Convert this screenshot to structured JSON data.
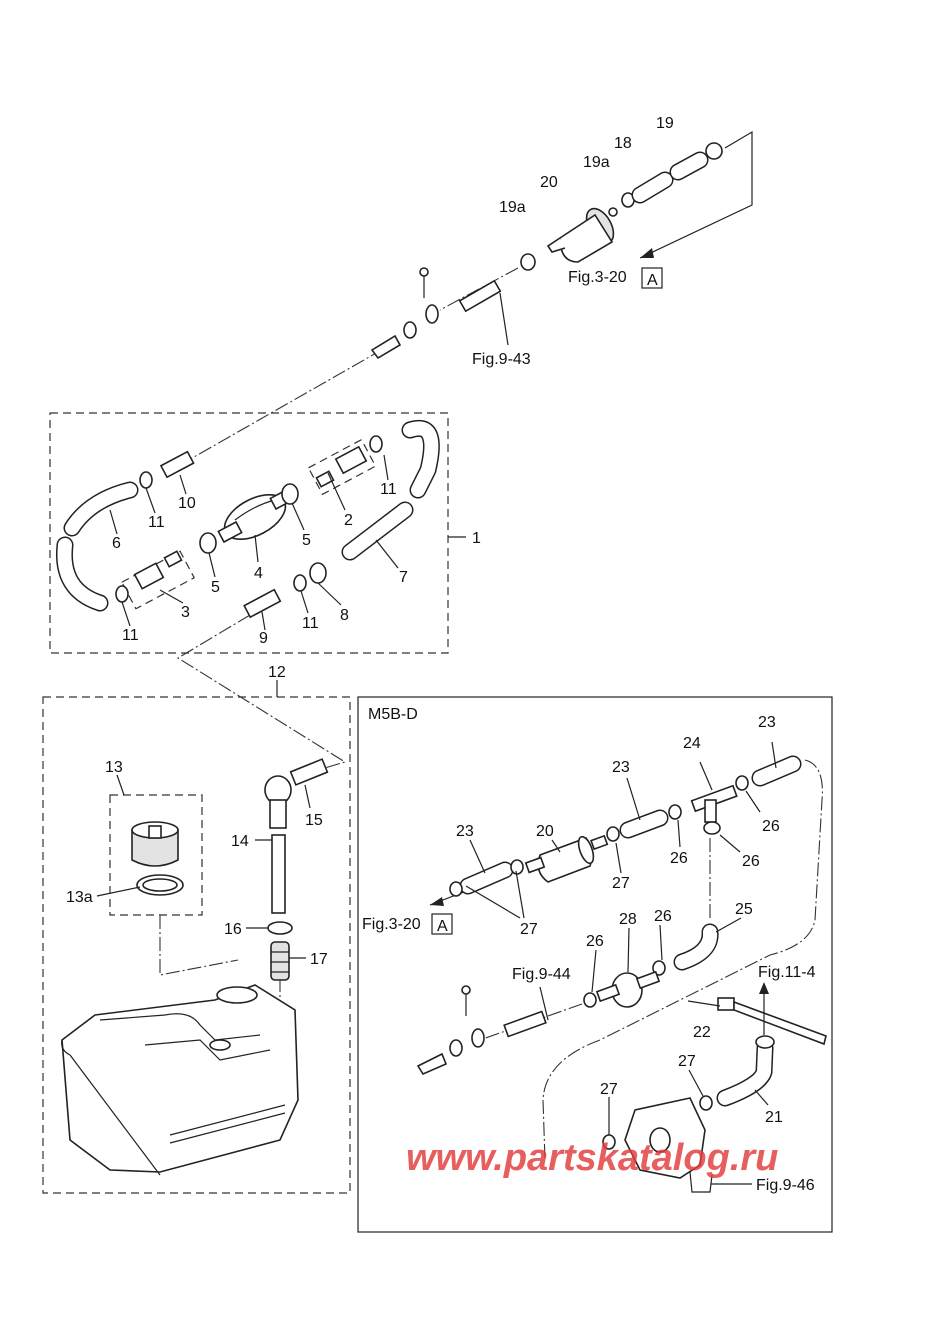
{
  "diagram": {
    "callouts": {
      "n1": "1",
      "n2": "2",
      "n3": "3",
      "n4": "4",
      "n5a": "5",
      "n5b": "5",
      "n6": "6",
      "n7": "7",
      "n8": "8",
      "n9": "9",
      "n10": "10",
      "n11a": "11",
      "n11b": "11",
      "n11c": "11",
      "n11d": "11",
      "n12": "12",
      "n13": "13",
      "n13a": "13a",
      "n14": "14",
      "n15": "15",
      "n16": "16",
      "n17": "17",
      "n18": "18",
      "n19": "19",
      "n19a1": "19a",
      "n19a2": "19a",
      "n20a": "20",
      "n20b": "20",
      "n21": "21",
      "n22": "22",
      "n23a": "23",
      "n23b": "23",
      "n23c": "23",
      "n24": "24",
      "n25": "25",
      "n26a": "26",
      "n26b": "26",
      "n26c": "26",
      "n26d": "26",
      "n27a": "27",
      "n27b": "27",
      "n27c": "27",
      "n27d": "27",
      "n28": "28"
    },
    "references": {
      "fig3_20_top": "Fig.3-20",
      "fig3_20_box": "Fig.3-20",
      "fig9_43": "Fig.9-43",
      "fig9_44": "Fig.9-44",
      "fig9_46": "Fig.9-46",
      "fig11_4": "Fig.11-4",
      "mark_a1": "A",
      "mark_a2": "A"
    },
    "inset_title": "M5B-D",
    "watermark": "www.partskatalog.ru"
  }
}
